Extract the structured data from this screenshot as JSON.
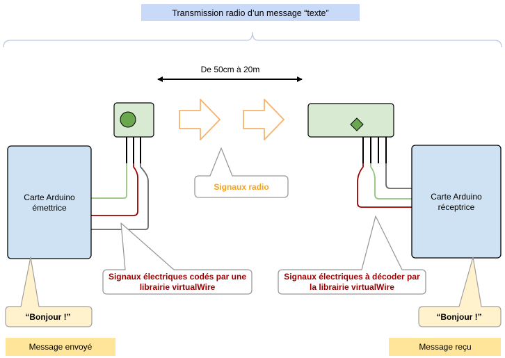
{
  "title": "Transmission radio d’un message “texte”",
  "distance_label": "De 50cm à 20m",
  "radio_label": "Signaux radio",
  "sender": {
    "board_line1": "Carte Arduino",
    "board_line2": "émettrice",
    "callout_line1": "Signaux électriques codés par une",
    "callout_line2": "librairie virtualWire",
    "message": "“Bonjour !”",
    "footer": "Message envoyé"
  },
  "receiver": {
    "board_line1": "Carte Arduino",
    "board_line2": "réceptrice",
    "callout_line1": "Signaux électriques à décoder par",
    "callout_line2": "la librairie virtualWire",
    "message": "“Bonjour !”",
    "footer": "Message reçu"
  },
  "colors": {
    "title_bg": "#c9daf8",
    "board_fill": "#cfe2f3",
    "module_fill": "#d9ead3",
    "led_fill": "#6aa84f",
    "arrow_orange": "#f6b26b",
    "radio_text": "#f6a31b",
    "callout_red": "#990000",
    "message_bubble": "#fff2cc",
    "footer_bg": "#ffe599",
    "wire_green": "#93c47d",
    "wire_red": "#990000",
    "wire_gray": "#666666"
  }
}
